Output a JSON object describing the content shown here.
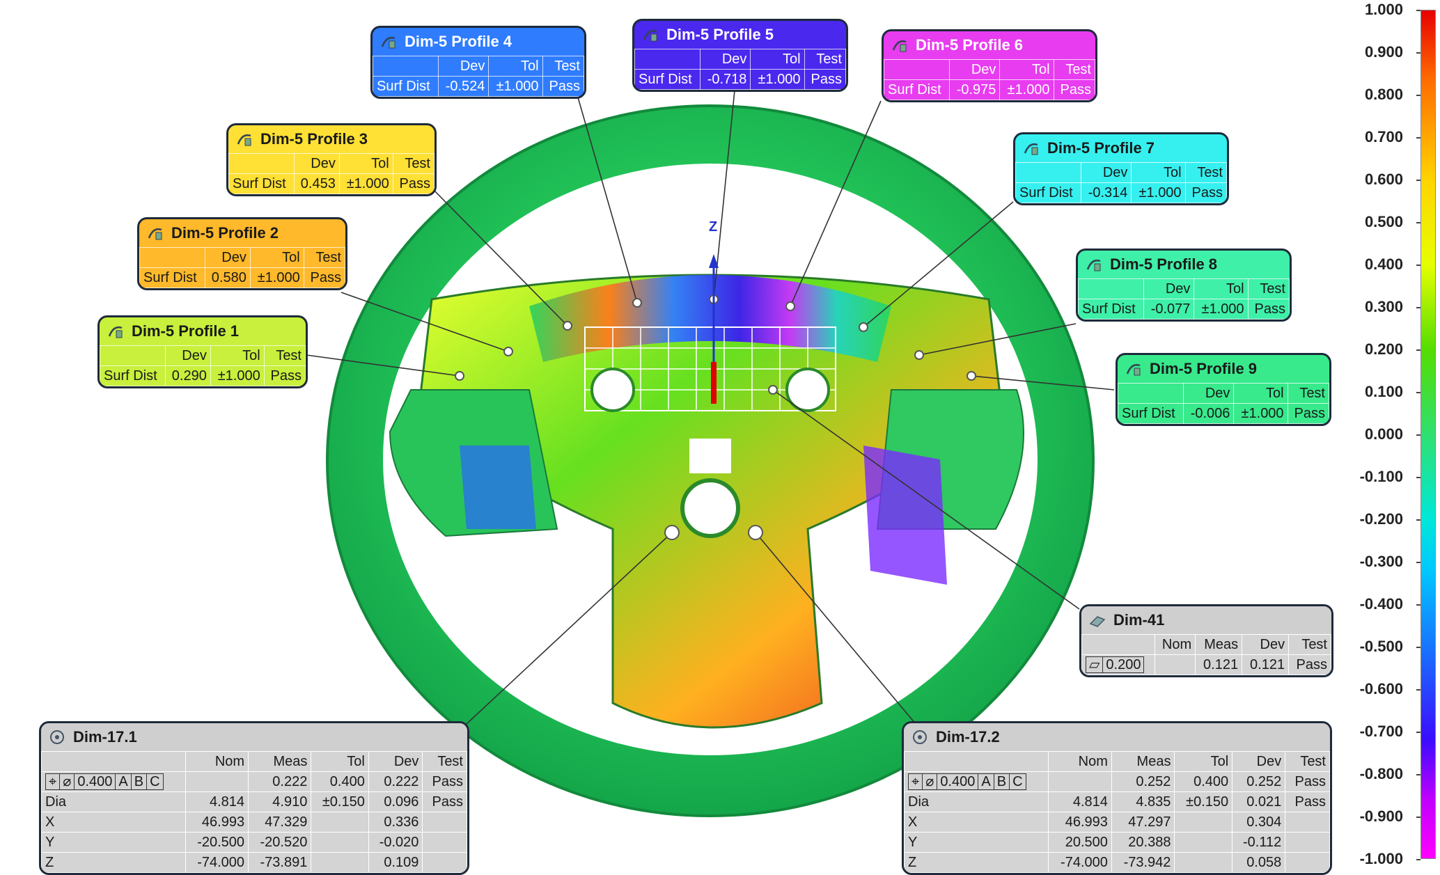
{
  "axis": {
    "z_label": "Z"
  },
  "colors": {
    "wheel": "#22c85a",
    "frame": "#1e2a3a"
  },
  "callouts": [
    {
      "id": "p1",
      "title": "Dim-5 Profile 1",
      "color": "#c8f03c",
      "text_color": "#1a1a1a",
      "headers": [
        "",
        "Dev",
        "Tol",
        "Test"
      ],
      "row": [
        "Surf Dist",
        "0.290",
        "±1.000",
        "Pass"
      ]
    },
    {
      "id": "p2",
      "title": "Dim-5 Profile 2",
      "color": "#ffb92a",
      "text_color": "#1a1a1a",
      "headers": [
        "",
        "Dev",
        "Tol",
        "Test"
      ],
      "row": [
        "Surf Dist",
        "0.580",
        "±1.000",
        "Pass"
      ]
    },
    {
      "id": "p3",
      "title": "Dim-5 Profile 3",
      "color": "#ffe034",
      "text_color": "#1a1a1a",
      "headers": [
        "",
        "Dev",
        "Tol",
        "Test"
      ],
      "row": [
        "Surf Dist",
        "0.453",
        "±1.000",
        "Pass"
      ]
    },
    {
      "id": "p4",
      "title": "Dim-5 Profile 4",
      "color": "#2f7cff",
      "text_color": "#ffffff",
      "headers": [
        "",
        "Dev",
        "Tol",
        "Test"
      ],
      "row": [
        "Surf Dist",
        "-0.524",
        "±1.000",
        "Pass"
      ]
    },
    {
      "id": "p5",
      "title": "Dim-5 Profile 5",
      "color": "#4a28ee",
      "text_color": "#ffffff",
      "headers": [
        "",
        "Dev",
        "Tol",
        "Test"
      ],
      "row": [
        "Surf Dist",
        "-0.718",
        "±1.000",
        "Pass"
      ]
    },
    {
      "id": "p6",
      "title": "Dim-5 Profile 6",
      "color": "#e83cf0",
      "text_color": "#ffffff",
      "headers": [
        "",
        "Dev",
        "Tol",
        "Test"
      ],
      "row": [
        "Surf Dist",
        "-0.975",
        "±1.000",
        "Pass"
      ]
    },
    {
      "id": "p7",
      "title": "Dim-5 Profile 7",
      "color": "#36f0f0",
      "text_color": "#1a1a1a",
      "headers": [
        "",
        "Dev",
        "Tol",
        "Test"
      ],
      "row": [
        "Surf Dist",
        "-0.314",
        "±1.000",
        "Pass"
      ]
    },
    {
      "id": "p8",
      "title": "Dim-5 Profile 8",
      "color": "#3ef0a8",
      "text_color": "#1a1a1a",
      "headers": [
        "",
        "Dev",
        "Tol",
        "Test"
      ],
      "row": [
        "Surf Dist",
        "-0.077",
        "±1.000",
        "Pass"
      ]
    },
    {
      "id": "p9",
      "title": "Dim-5 Profile 9",
      "color": "#38ea8c",
      "text_color": "#1a1a1a",
      "headers": [
        "",
        "Dev",
        "Tol",
        "Test"
      ],
      "row": [
        "Surf Dist",
        "-0.006",
        "±1.000",
        "Pass"
      ]
    }
  ],
  "dim41": {
    "title": "Dim-41",
    "headers": [
      "",
      "Nom",
      "Meas",
      "Dev",
      "Test"
    ],
    "row": [
      "0.200",
      "",
      "0.121",
      "0.121",
      "Pass"
    ]
  },
  "dim17_1": {
    "title": "Dim-17.1",
    "headers": [
      "",
      "Nom",
      "Meas",
      "Tol",
      "Dev",
      "Test"
    ],
    "fcf": [
      "⌀",
      "0.400",
      "A",
      "B",
      "C"
    ],
    "rows": [
      [
        "",
        "",
        "0.222",
        "0.400",
        "0.222",
        "Pass"
      ],
      [
        "Dia",
        "4.814",
        "4.910",
        "±0.150",
        "0.096",
        "Pass"
      ],
      [
        "X",
        "46.993",
        "47.329",
        "",
        "0.336",
        ""
      ],
      [
        "Y",
        "-20.500",
        "-20.520",
        "",
        "-0.020",
        ""
      ],
      [
        "Z",
        "-74.000",
        "-73.891",
        "",
        "0.109",
        ""
      ]
    ]
  },
  "dim17_2": {
    "title": "Dim-17.2",
    "headers": [
      "",
      "Nom",
      "Meas",
      "Tol",
      "Dev",
      "Test"
    ],
    "fcf": [
      "⌀",
      "0.400",
      "A",
      "B",
      "C"
    ],
    "rows": [
      [
        "",
        "",
        "0.252",
        "0.400",
        "0.252",
        "Pass"
      ],
      [
        "Dia",
        "4.814",
        "4.835",
        "±0.150",
        "0.021",
        "Pass"
      ],
      [
        "X",
        "46.993",
        "47.297",
        "",
        "0.304",
        ""
      ],
      [
        "Y",
        "20.500",
        "20.388",
        "",
        "-0.112",
        ""
      ],
      [
        "Z",
        "-74.000",
        "-73.942",
        "",
        "0.058",
        ""
      ]
    ]
  },
  "colorbar": {
    "ticks": [
      "1.000",
      "0.900",
      "0.800",
      "0.700",
      "0.600",
      "0.500",
      "0.400",
      "0.300",
      "0.200",
      "0.100",
      "0.000",
      "-0.100",
      "-0.200",
      "-0.300",
      "-0.400",
      "-0.500",
      "-0.600",
      "-0.700",
      "-0.800",
      "-0.900",
      "-1.000"
    ]
  }
}
